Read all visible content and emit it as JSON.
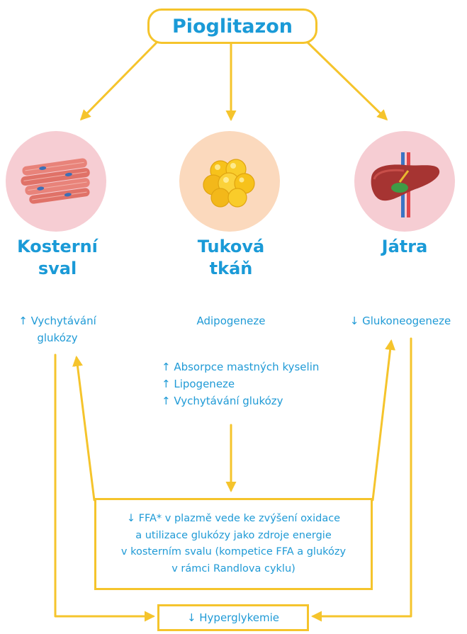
{
  "drug": {
    "name": "Pioglitazon"
  },
  "organs": [
    {
      "title": "Kosterní\nsval",
      "effect": "↑ Vychytávání\nglukózy",
      "icon": "muscle-fibers-icon"
    },
    {
      "title": "Tuková\ntkáň",
      "effect": "Adipogeneze",
      "icon": "fat-cells-icon"
    },
    {
      "title": "Játra",
      "effect": "↓ Glukoneogeneze",
      "icon": "liver-icon"
    }
  ],
  "adipose_effects": "↑ Absorpce mastných kyselin\n↑ Lipogeneze\n↑ Vychytávání glukózy",
  "ffa_box": "↓ FFA* v plazmě vede ke zvýšení oxidace\na utilizace glukózy jako zdroje energie\nv kosterním svalu (kompetice FFA a glukózy\nv rámci Randlova cyklu)",
  "result": "↓ Hyperglykemie",
  "colors": {
    "accent_blue": "#1a9ad7",
    "arrow_yellow": "#f5c42c",
    "circle_pink": "#f6cdd3",
    "circle_peach": "#fbd9bd"
  }
}
